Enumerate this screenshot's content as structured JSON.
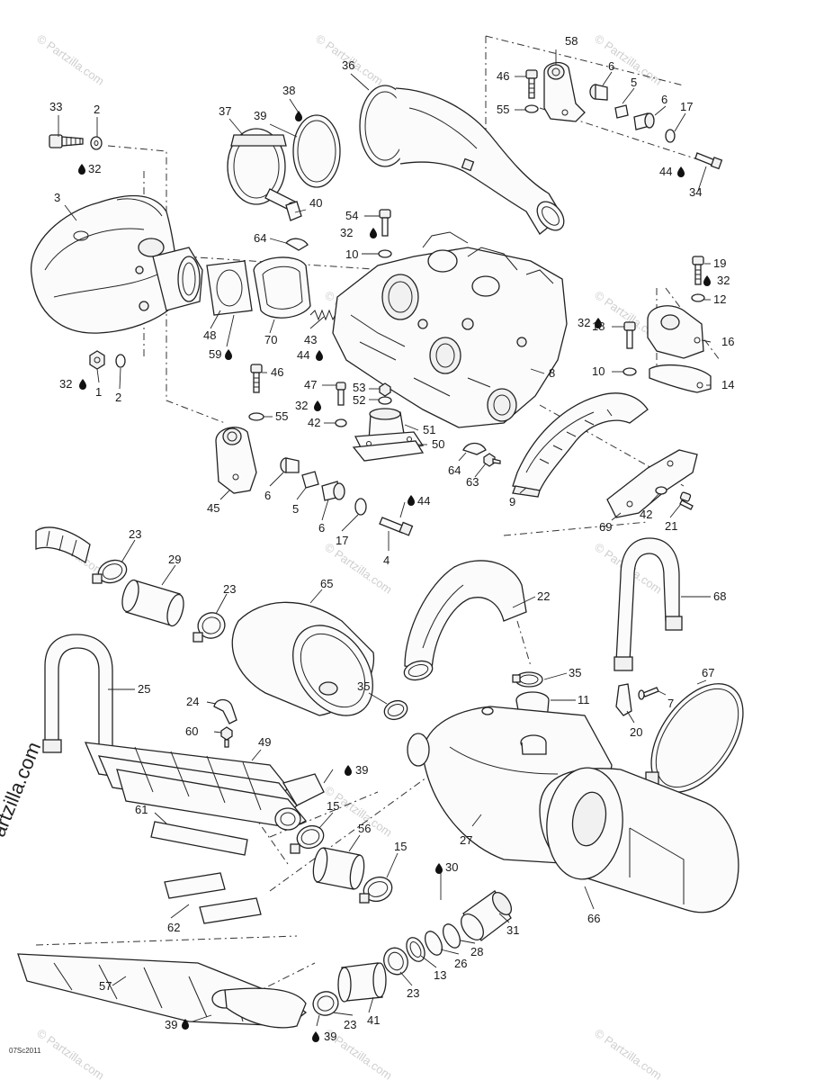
{
  "watermark": {
    "vertical_text": "© Partzilla.com",
    "tile_text": "© Partzilla.com"
  },
  "drawing_code": "07Sc2011",
  "callouts": [
    {
      "id": "c1",
      "text": "33"
    },
    {
      "id": "c2",
      "text": "2"
    },
    {
      "id": "c3",
      "text": "32"
    },
    {
      "id": "c4",
      "text": "3"
    },
    {
      "id": "c5",
      "text": "37"
    },
    {
      "id": "c6",
      "text": "38"
    },
    {
      "id": "c7",
      "text": "39"
    },
    {
      "id": "c8",
      "text": "36"
    },
    {
      "id": "c9",
      "text": "40"
    },
    {
      "id": "c10",
      "text": "58"
    },
    {
      "id": "c11",
      "text": "46"
    },
    {
      "id": "c12",
      "text": "6"
    },
    {
      "id": "c13",
      "text": "5"
    },
    {
      "id": "c14",
      "text": "55"
    },
    {
      "id": "c15",
      "text": "6"
    },
    {
      "id": "c16",
      "text": "17"
    },
    {
      "id": "c17",
      "text": "44"
    },
    {
      "id": "c18",
      "text": "34"
    },
    {
      "id": "c19",
      "text": "54"
    },
    {
      "id": "c20",
      "text": "32"
    },
    {
      "id": "c21",
      "text": "10"
    },
    {
      "id": "c22",
      "text": "64"
    },
    {
      "id": "c23",
      "text": "19"
    },
    {
      "id": "c24",
      "text": "32"
    },
    {
      "id": "c25",
      "text": "12"
    },
    {
      "id": "c26",
      "text": "48"
    },
    {
      "id": "c27",
      "text": "59"
    },
    {
      "id": "c28",
      "text": "70"
    },
    {
      "id": "c29",
      "text": "43"
    },
    {
      "id": "c30",
      "text": "44"
    },
    {
      "id": "c31",
      "text": "18"
    },
    {
      "id": "c32",
      "text": "32"
    },
    {
      "id": "c33",
      "text": "16"
    },
    {
      "id": "c34",
      "text": "10"
    },
    {
      "id": "c35",
      "text": "14"
    },
    {
      "id": "c36",
      "text": "8"
    },
    {
      "id": "c37",
      "text": "32"
    },
    {
      "id": "c38",
      "text": "1"
    },
    {
      "id": "c39",
      "text": "2"
    },
    {
      "id": "c40",
      "text": "46"
    },
    {
      "id": "c41",
      "text": "55"
    },
    {
      "id": "c42",
      "text": "47"
    },
    {
      "id": "c43",
      "text": "53"
    },
    {
      "id": "c44",
      "text": "52"
    },
    {
      "id": "c45",
      "text": "32"
    },
    {
      "id": "c46",
      "text": "42"
    },
    {
      "id": "c47",
      "text": "51"
    },
    {
      "id": "c48",
      "text": "50"
    },
    {
      "id": "c49",
      "text": "64"
    },
    {
      "id": "c50",
      "text": "63"
    },
    {
      "id": "c51",
      "text": "9"
    },
    {
      "id": "c52",
      "text": "45"
    },
    {
      "id": "c53",
      "text": "6"
    },
    {
      "id": "c54",
      "text": "5"
    },
    {
      "id": "c55",
      "text": "6"
    },
    {
      "id": "c56",
      "text": "17"
    },
    {
      "id": "c57",
      "text": "44"
    },
    {
      "id": "c58",
      "text": "4"
    },
    {
      "id": "c59",
      "text": "69"
    },
    {
      "id": "c60",
      "text": "42"
    },
    {
      "id": "c61",
      "text": "21"
    },
    {
      "id": "c62",
      "text": "23"
    },
    {
      "id": "c63",
      "text": "29"
    },
    {
      "id": "c64",
      "text": "23"
    },
    {
      "id": "c65",
      "text": "65"
    },
    {
      "id": "c66",
      "text": "22"
    },
    {
      "id": "c67",
      "text": "68"
    },
    {
      "id": "c68",
      "text": "25"
    },
    {
      "id": "c69",
      "text": "35"
    },
    {
      "id": "c70",
      "text": "35"
    },
    {
      "id": "c71",
      "text": "11"
    },
    {
      "id": "c72",
      "text": "67"
    },
    {
      "id": "c73",
      "text": "24"
    },
    {
      "id": "c74",
      "text": "7"
    },
    {
      "id": "c75",
      "text": "60"
    },
    {
      "id": "c76",
      "text": "20"
    },
    {
      "id": "c77",
      "text": "49"
    },
    {
      "id": "c78",
      "text": "39"
    },
    {
      "id": "c79",
      "text": "15"
    },
    {
      "id": "c80",
      "text": "61"
    },
    {
      "id": "c81",
      "text": "56"
    },
    {
      "id": "c82",
      "text": "27"
    },
    {
      "id": "c83",
      "text": "15"
    },
    {
      "id": "c84",
      "text": "30"
    },
    {
      "id": "c85",
      "text": "31"
    },
    {
      "id": "c86",
      "text": "62"
    },
    {
      "id": "c87",
      "text": "66"
    },
    {
      "id": "c88",
      "text": "28"
    },
    {
      "id": "c89",
      "text": "26"
    },
    {
      "id": "c90",
      "text": "13"
    },
    {
      "id": "c91",
      "text": "57"
    },
    {
      "id": "c92",
      "text": "23"
    },
    {
      "id": "c93",
      "text": "41"
    },
    {
      "id": "c94",
      "text": "39"
    },
    {
      "id": "c95",
      "text": "23"
    },
    {
      "id": "c96",
      "text": "39"
    }
  ]
}
